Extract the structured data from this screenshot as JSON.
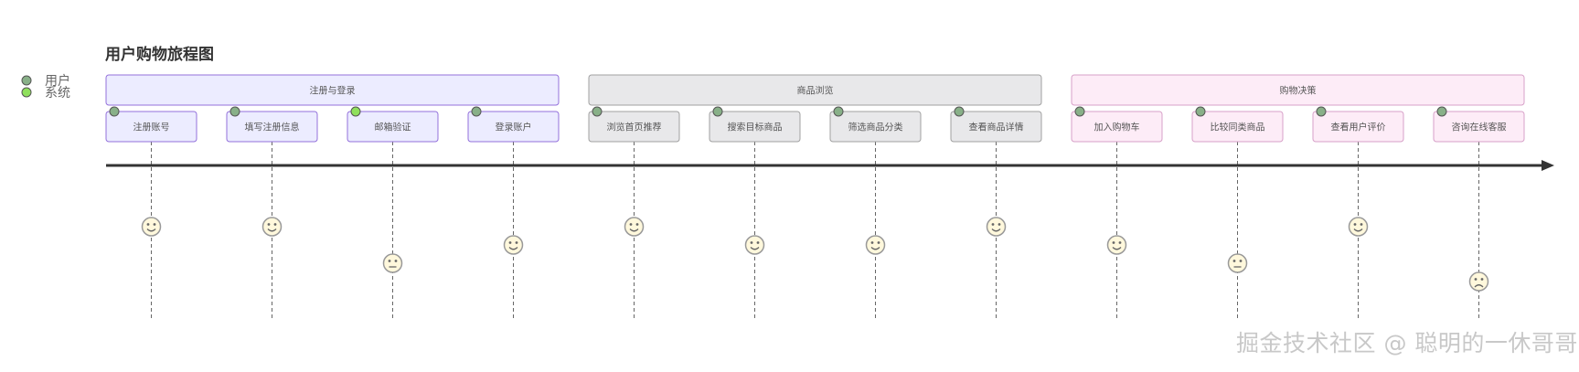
{
  "title": "用户购物旅程图",
  "legend": [
    {
      "label": "用户",
      "color": "#88b088"
    },
    {
      "label": "系统",
      "color": "#8fe05c"
    }
  ],
  "sections": [
    {
      "name": "注册与登录",
      "fill": "#ececff",
      "stroke": "#9370db",
      "tasks": [
        {
          "name": "注册账号",
          "score": 5,
          "actor": "用户"
        },
        {
          "name": "填写注册信息",
          "score": 5,
          "actor": "用户"
        },
        {
          "name": "邮箱验证",
          "score": 3,
          "actor": "系统"
        },
        {
          "name": "登录账户",
          "score": 4,
          "actor": "用户"
        }
      ]
    },
    {
      "name": "商品浏览",
      "fill": "#e8e8ea",
      "stroke": "#a0a0a0",
      "tasks": [
        {
          "name": "浏览首页推荐",
          "score": 5,
          "actor": "用户"
        },
        {
          "name": "搜索目标商品",
          "score": 4,
          "actor": "用户"
        },
        {
          "name": "筛选商品分类",
          "score": 4,
          "actor": "用户"
        },
        {
          "name": "查看商品详情",
          "score": 5,
          "actor": "用户"
        }
      ]
    },
    {
      "name": "购物决策",
      "fill": "#fdecf7",
      "stroke": "#d7a0c8",
      "tasks": [
        {
          "name": "加入购物车",
          "score": 4,
          "actor": "用户"
        },
        {
          "name": "比较同类商品",
          "score": 3,
          "actor": "用户"
        },
        {
          "name": "查看用户评价",
          "score": 5,
          "actor": "用户"
        },
        {
          "name": "咨询在线客服",
          "score": 2,
          "actor": "用户"
        }
      ]
    }
  ],
  "watermark": "掘金技术社区 @ 聪明的一休哥哥"
}
